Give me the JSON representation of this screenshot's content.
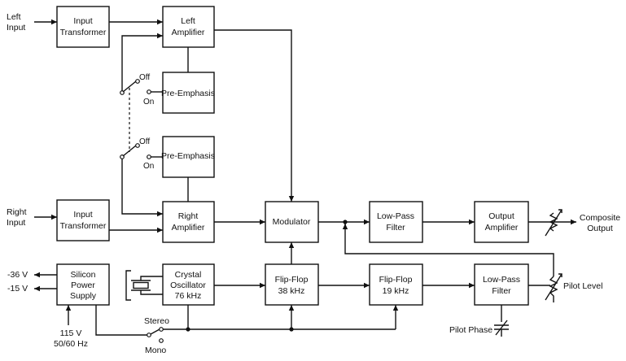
{
  "blocks": {
    "input_transformer_left": [
      "Input",
      "Transformer"
    ],
    "left_amplifier": [
      "Left",
      "Amplifier"
    ],
    "pre_emphasis_top": [
      "Pre-Emphasis"
    ],
    "pre_emphasis_bottom": [
      "Pre-Emphasis"
    ],
    "input_transformer_right": [
      "Input",
      "Transformer"
    ],
    "right_amplifier": [
      "Right",
      "Amplifier"
    ],
    "modulator": [
      "Modulator"
    ],
    "low_pass_filter_top": [
      "Low-Pass",
      "Filter"
    ],
    "output_amplifier": [
      "Output",
      "Amplifier"
    ],
    "silicon_power_supply": [
      "Silicon",
      "Power",
      "Supply"
    ],
    "crystal_oscillator": [
      "Crystal",
      "Oscillator",
      "76 kHz"
    ],
    "flip_flop_38": [
      "Flip-Flop",
      "38 kHz"
    ],
    "flip_flop_19": [
      "Flip-Flop",
      "19 kHz"
    ],
    "low_pass_filter_bottom": [
      "Low-Pass",
      "Filter"
    ]
  },
  "labels": {
    "left_input": [
      "Left",
      "Input"
    ],
    "right_input": [
      "Right",
      "Input"
    ],
    "composite_output": [
      "Composite",
      "Output"
    ],
    "pilot_level": "Pilot Level",
    "pilot_phase": "Pilot Phase",
    "v_minus_36": "-36 V",
    "v_minus_15": "-15 V",
    "mains": [
      "115 V",
      "50/60 Hz"
    ],
    "stereo": "Stereo",
    "mono": "Mono",
    "switch_top_off": "Off",
    "switch_top_on": "On",
    "switch_bottom_off": "Off",
    "switch_bottom_on": "On"
  }
}
